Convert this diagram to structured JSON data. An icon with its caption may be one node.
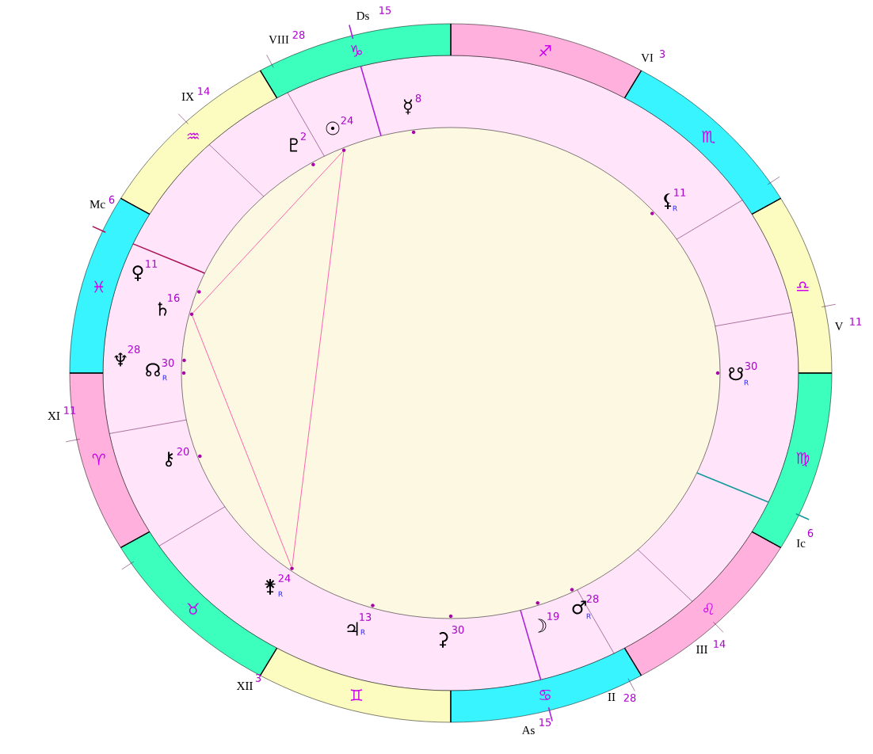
{
  "diagram": {
    "nodes": [
      {
        "text": [],
        "shape": "circle",
        "beside": [
          "☿",
          "8"
        ]
      },
      {
        "text": [],
        "shape": "circle",
        "beside": [
          "☉",
          "24"
        ]
      },
      {
        "text": [],
        "shape": "circle",
        "beside": [
          "♇",
          "2"
        ]
      },
      {
        "text": [],
        "shape": "circle",
        "beside": [
          "⚸",
          "11",
          "R"
        ]
      },
      {
        "text": [],
        "shape": "circle",
        "beside": [
          "♀",
          "11"
        ]
      },
      {
        "text": [],
        "shape": "circle",
        "beside": [
          "♄",
          "16"
        ]
      },
      {
        "text": [],
        "shape": "circle",
        "beside": [
          "♆",
          "28"
        ]
      },
      {
        "text": [],
        "shape": "circle",
        "beside": [
          "☊",
          "30",
          "R"
        ]
      },
      {
        "text": [],
        "shape": "circle",
        "beside": [
          "☋",
          "30",
          "R"
        ]
      },
      {
        "text": [],
        "shape": "circle",
        "beside": [
          "⚷",
          "20"
        ]
      },
      {
        "text": [],
        "shape": "circle",
        "beside": [
          "⚵",
          "24",
          "R"
        ]
      },
      {
        "text": [],
        "shape": "circle",
        "beside": [
          "♂",
          "28",
          "R"
        ]
      },
      {
        "text": [],
        "shape": "circle",
        "beside": [
          "☽",
          "19"
        ]
      },
      {
        "text": [],
        "shape": "circle",
        "beside": [
          "♃",
          "13",
          "R"
        ]
      },
      {
        "text": [],
        "shape": "circle",
        "beside": [
          "⚳",
          "30"
        ]
      }
    ],
    "edges": [
      {
        "from": 1,
        "to": 5,
        "arrow": "none"
      },
      {
        "from": 1,
        "to": 10,
        "arrow": "none"
      },
      {
        "from": 5,
        "to": 10,
        "arrow": "none"
      }
    ],
    "labels": [
      "Ds",
      "15",
      "VIII",
      "28",
      "VI",
      "3",
      "IX",
      "14",
      "Mc",
      "6",
      "V",
      "11",
      "XI",
      "11",
      "Ic",
      "6",
      "III",
      "14",
      "II",
      "28",
      "XII",
      "3",
      "As",
      "15",
      "♈",
      "♉",
      "♊",
      "♋",
      "♌",
      "♍",
      "♎",
      "♏",
      "♐",
      "♑",
      "♒",
      "♓"
    ]
  }
}
